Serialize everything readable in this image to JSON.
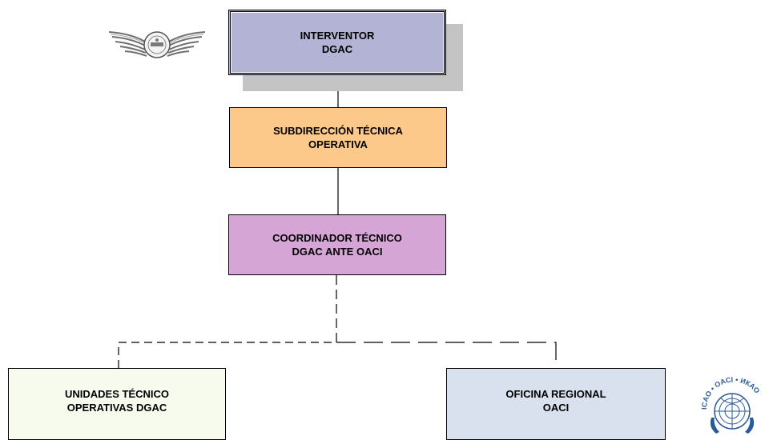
{
  "colors": {
    "interventor": "#b3b3d6",
    "subdireccion": "#fcc98a",
    "coordinador": "#d5a5d5",
    "unidades": "#f6fbee",
    "oficina": "#d9e1ef",
    "shadow": "#c4c4c4"
  },
  "nodes": {
    "interventor": "INTERVENTOR\nDGAC",
    "subdireccion": "SUBDIRECCIÓN TÉCNICA\nOPERATIVA",
    "coordinador": "COORDINADOR TÉCNICO\nDGAC ANTE OACI",
    "unidades": "UNIDADES TÉCNICO\nOPERATIVAS DGAC",
    "oficina": "OFICINA REGIONAL\nOACI"
  },
  "logos": {
    "dgac_wings": "dgac-wings-emblem",
    "icao": "ICAO • OACI • ИКАО"
  }
}
